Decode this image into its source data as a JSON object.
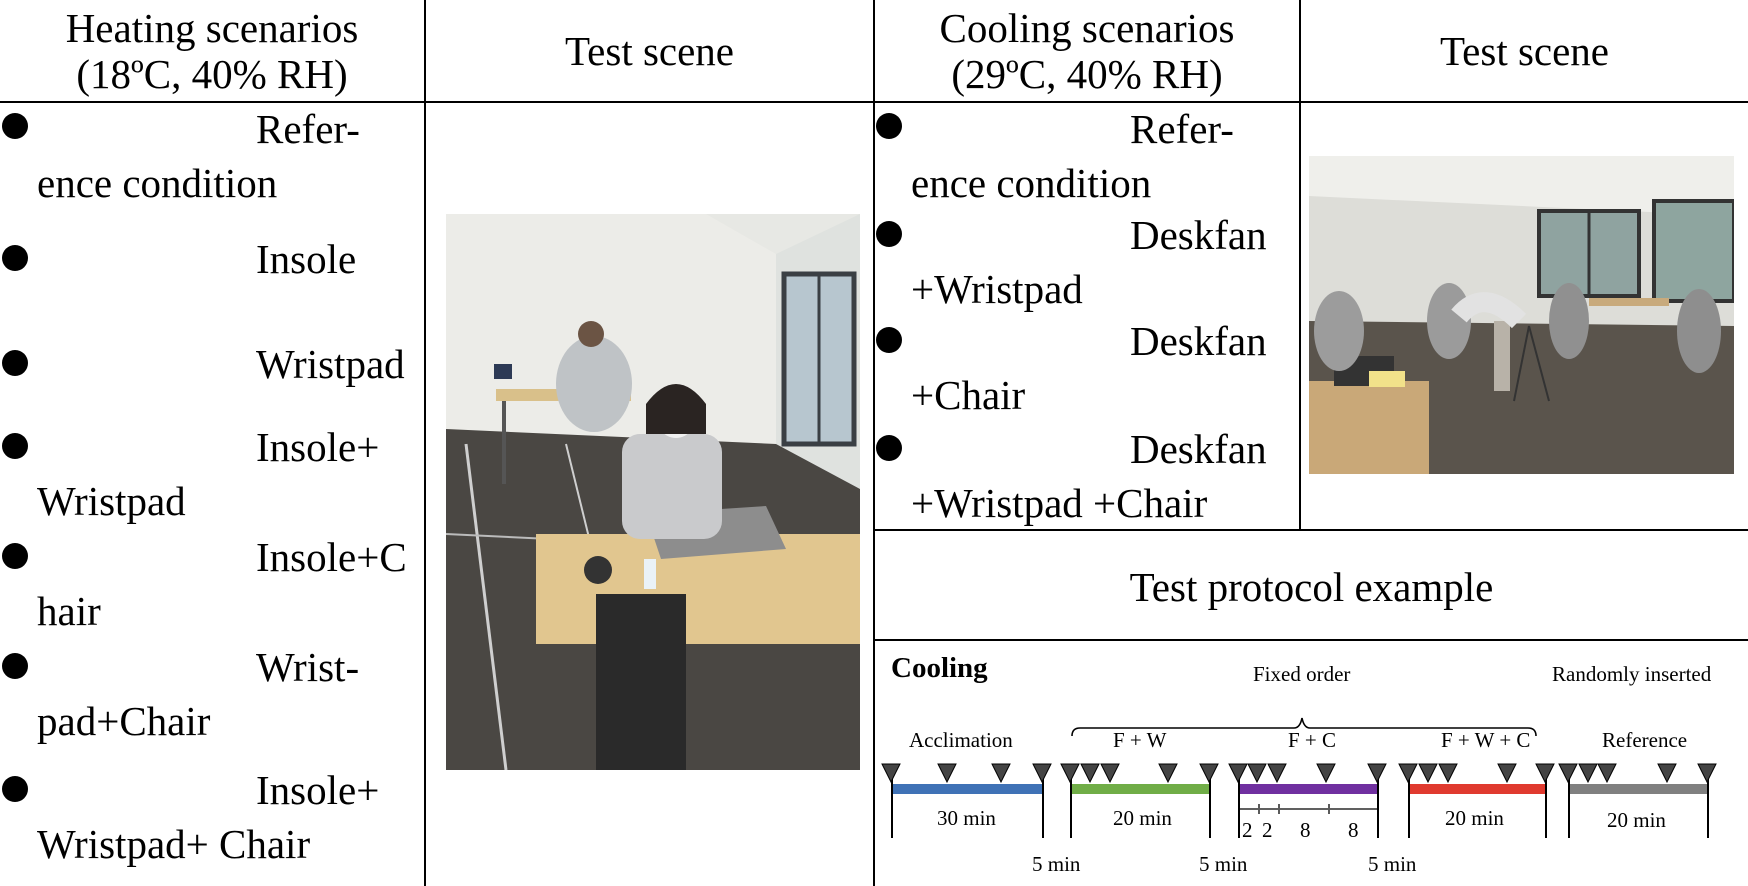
{
  "headers": {
    "heating": [
      "Heating scenarios",
      "(18ºC, 40% RH)"
    ],
    "test_scene_left": "Test scene",
    "cooling": [
      "Cooling scenarios",
      "(29ºC, 40% RH)"
    ],
    "test_scene_right": "Test scene",
    "protocol": "Test protocol example"
  },
  "heating_items": [
    {
      "first": "Refer-",
      "rest": "ence condition"
    },
    {
      "first": "Insole",
      "rest": ""
    },
    {
      "first": "Wristpad",
      "rest": ""
    },
    {
      "first": "Insole+",
      "rest": "Wristpad"
    },
    {
      "first": "Insole+C",
      "rest": "hair"
    },
    {
      "first": "Wrist-",
      "rest": "pad+Chair"
    },
    {
      "first": "Insole+",
      "rest": "Wristpad+ Chair"
    }
  ],
  "cooling_items": [
    {
      "first": "Refer-",
      "rest": "ence condition"
    },
    {
      "first": "Deskfan",
      "rest": "+Wristpad"
    },
    {
      "first": "Deskfan",
      "rest": "+Chair"
    },
    {
      "first": "Deskfan",
      "rest": "+Wristpad +Chair"
    }
  ],
  "protocol": {
    "title": "Cooling",
    "fixed_order": "Fixed order",
    "randomly_inserted": "Randomly inserted",
    "phases": [
      {
        "label": "Acclimation",
        "duration": "30 min",
        "color": "#3f72b6"
      },
      {
        "label": "F + W",
        "duration": "20 min",
        "color": "#70ad47"
      },
      {
        "label": "F + C",
        "duration": "",
        "color": "#7030a0"
      },
      {
        "label": "F + W + C",
        "duration": "20 min",
        "color": "#e03a2f"
      },
      {
        "label": "Reference",
        "duration": "20 min",
        "color": "#808080"
      }
    ],
    "gaps": [
      "5 min",
      "5 min",
      "5 min"
    ],
    "fc_segments": [
      "2",
      "2",
      "8",
      "8"
    ]
  }
}
